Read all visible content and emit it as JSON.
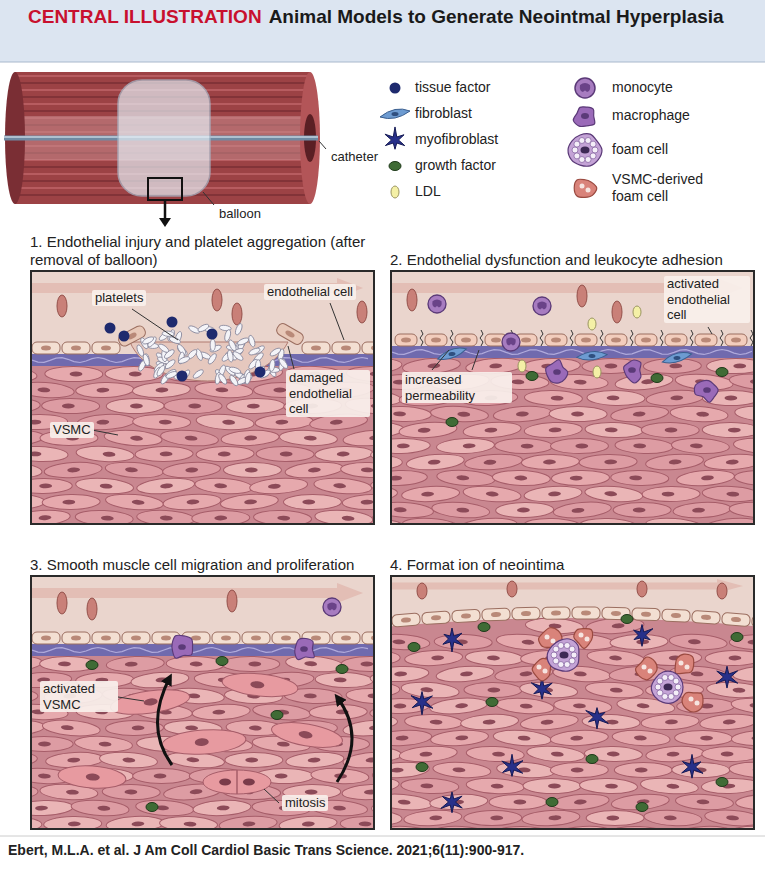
{
  "diagram": {
    "title": "Animal Models to Generate Neointmal Hyperplasia",
    "caption": "Ebert, M.L.A. et al. J Am Coll Cardiol Basic Trans Science. 2021;6(11):900-917.",
    "nodes": [
      {
        "text": [
          "1. Endothelial injury and platelet aggregation (after removal of balloon)"
        ]
      },
      {
        "text": [
          "2. Endothelial dysfunction and leukocyte adhesion"
        ]
      },
      {
        "text": [
          "3. Smooth muscle cell migration and proliferation"
        ]
      },
      {
        "text": [
          "4. Format ion of neointima"
        ]
      }
    ],
    "labels": [
      "CENTRAL ILLUSTRATION",
      "balloon",
      "catheter",
      "platelets",
      "endothelial cell",
      "damaged endothelial cell",
      "VSMC",
      "increased permeability",
      "activated endothelial cell",
      "activated VSMC",
      "mitosis"
    ],
    "legend": [
      {
        "text": "tissue factor"
      },
      {
        "text": "fibroblast"
      },
      {
        "text": "myofibroblast"
      },
      {
        "text": "growth factor"
      },
      {
        "text": "LDL"
      },
      {
        "text": "monocyte"
      },
      {
        "text": "macrophage"
      },
      {
        "text": "foam cell"
      },
      {
        "text": "VSMC-derived foam cell"
      }
    ]
  }
}
